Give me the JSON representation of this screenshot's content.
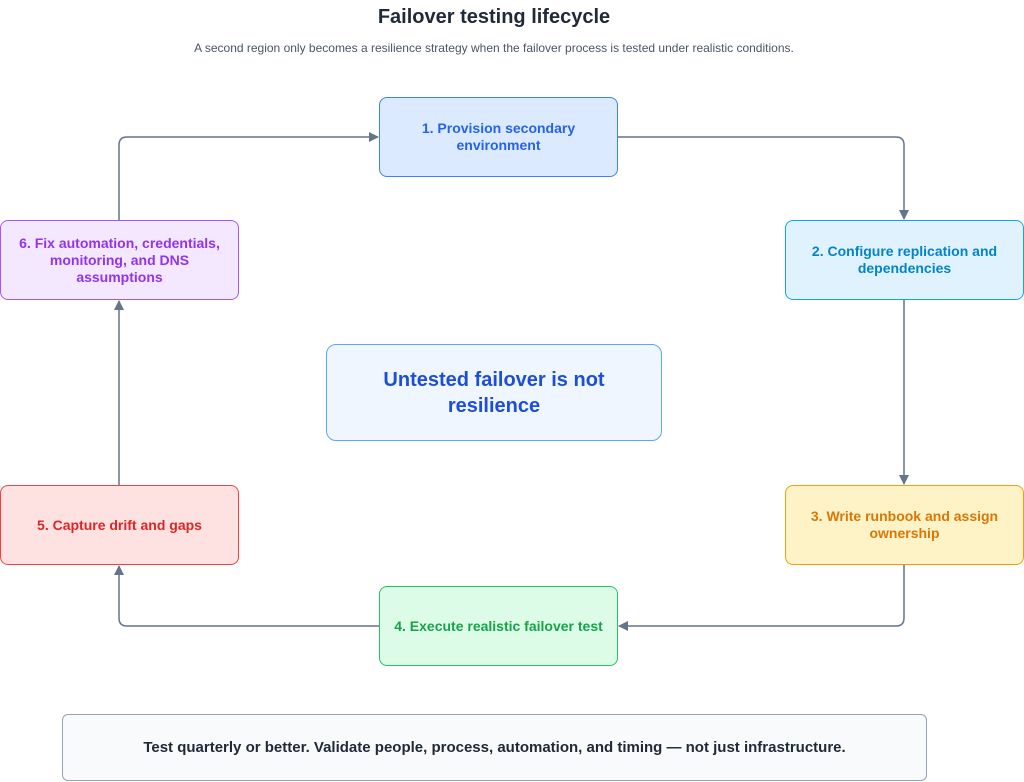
{
  "header": {
    "title": "Failover testing lifecycle",
    "subtitle": "A second region only becomes a resilience strategy when the failover process is tested under realistic conditions."
  },
  "steps": [
    {
      "label": "1. Provision secondary environment"
    },
    {
      "label": "2. Configure replication and dependencies"
    },
    {
      "label": "3. Write runbook and assign ownership"
    },
    {
      "label": "4. Execute realistic failover test"
    },
    {
      "label": "5. Capture drift and gaps"
    },
    {
      "label": "6. Fix automation, credentials, monitoring, and DNS assumptions"
    }
  ],
  "center": {
    "label": "Untested failover is not resilience"
  },
  "footer": {
    "note": "Test quarterly or better. Validate people, process, automation, and timing — not just infrastructure."
  },
  "colors": {
    "connector": "#64748b",
    "step1": "#2563eb",
    "step2": "#0284c7",
    "step3": "#d97706",
    "step4": "#16a34a",
    "step5": "#dc2626",
    "step6": "#9333ea",
    "center": "#1d4ed8"
  }
}
